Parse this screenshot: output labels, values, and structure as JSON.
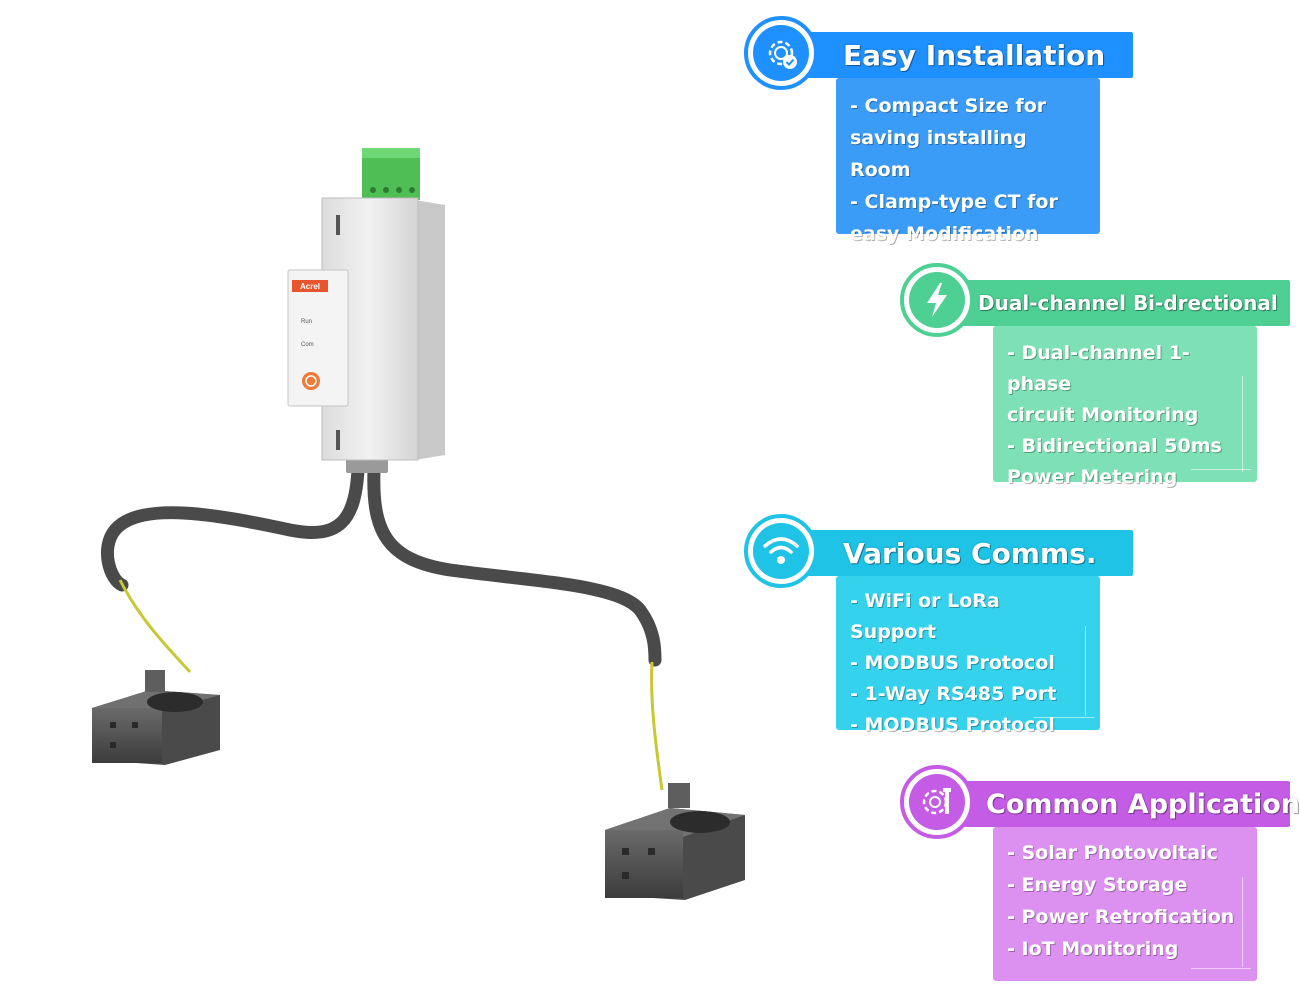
{
  "product": {
    "brand_label": "Acrel",
    "indicators": [
      "Run",
      "Com"
    ]
  },
  "features": [
    {
      "title": "Easy Installation",
      "icon": "gear-check-icon",
      "color": "#1e90ff",
      "body_color": "#3b9cf7",
      "items": [
        "- Compact Size for",
        "saving installing Room",
        "- Clamp-type CT for",
        "easy Modification"
      ]
    },
    {
      "title": "Dual-channel Bi-drectional",
      "icon": "lightning-icon",
      "color": "#4ecf94",
      "body_color": "#7ee0b5",
      "items": [
        "- Dual-channel 1-phase",
        "circuit Monitoring",
        "- Bidirectional 50ms",
        "Power Metering"
      ]
    },
    {
      "title": "Various Comms.",
      "icon": "wifi-icon",
      "color": "#1ec3e6",
      "body_color": "#35d2ee",
      "items": [
        "- WiFi or LoRa Support",
        "- MODBUS Protocol",
        "- 1-Way RS485 Port",
        "- MODBUS Protocol"
      ]
    },
    {
      "title": "Common Application",
      "icon": "gear-wrench-icon",
      "color": "#c55ce6",
      "body_color": "#dc90ef",
      "items": [
        "- Solar Photovoltaic",
        "- Energy Storage",
        "- Power Retrofication",
        "- IoT Monitoring"
      ]
    }
  ]
}
